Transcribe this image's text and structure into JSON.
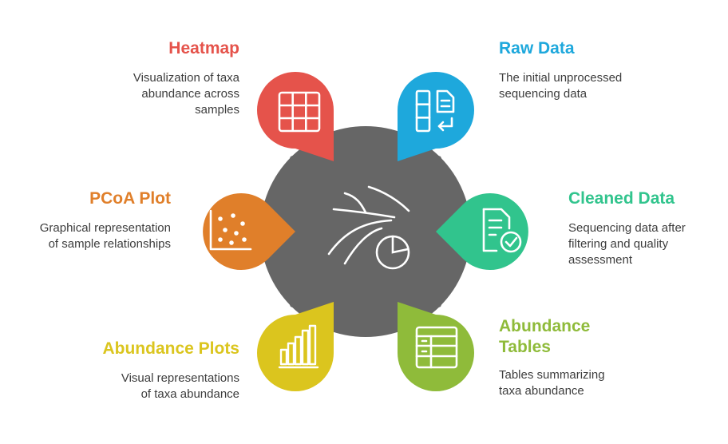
{
  "colors": {
    "heatmap": "#e5534b",
    "raw_data": "#1ea8dc",
    "pcoa_plot": "#e07f2a",
    "cleaned_data": "#31c48d",
    "abundance_plots": "#dbc51e",
    "abundance_tables": "#8fbb3a",
    "hub": "#666666",
    "text": "#3d3d3d"
  },
  "center": {
    "icon": "flow-to-pie-chart-icon"
  },
  "nodes": {
    "heatmap": {
      "title": "Heatmap",
      "description": "Visualization of taxa\nabundance across\nsamples",
      "icon": "grid-icon"
    },
    "raw_data": {
      "title": "Raw Data",
      "description": "The initial unprocessed\nsequencing data",
      "icon": "data-blocks-icon"
    },
    "pcoa_plot": {
      "title": "PCoA Plot",
      "description": "Graphical representation\nof sample relationships",
      "icon": "scatter-plot-icon"
    },
    "cleaned_data": {
      "title": "Cleaned Data",
      "description": "Sequencing data after\nfiltering and quality\nassessment",
      "icon": "checked-document-icon"
    },
    "abundance_plots": {
      "title": "Abundance Plots",
      "description": "Visual representations\nof taxa abundance",
      "icon": "bar-chart-icon"
    },
    "abundance_tables": {
      "title": "Abundance\nTables",
      "description": "Tables summarizing\ntaxa abundance",
      "icon": "table-icon"
    }
  }
}
